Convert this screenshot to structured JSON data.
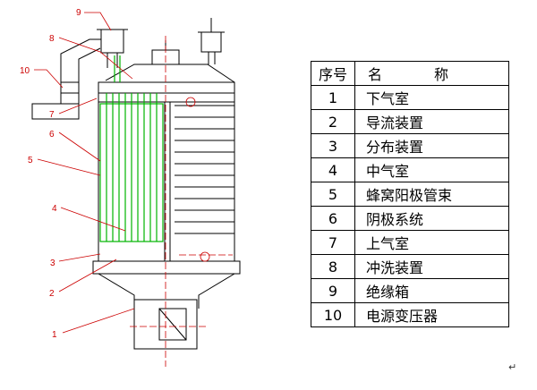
{
  "table": {
    "header": {
      "no": "序号",
      "name_a": "名",
      "name_b": "称"
    },
    "rows": [
      {
        "no": "1",
        "name": "下气室"
      },
      {
        "no": "2",
        "name": "导流装置"
      },
      {
        "no": "3",
        "name": "分布装置"
      },
      {
        "no": "4",
        "name": "中气室"
      },
      {
        "no": "5",
        "name": "蜂窝阳极管束"
      },
      {
        "no": "6",
        "name": "阴极系统"
      },
      {
        "no": "7",
        "name": "上气室"
      },
      {
        "no": "8",
        "name": "冲洗装置"
      },
      {
        "no": "9",
        "name": "绝缘箱"
      },
      {
        "no": "10",
        "name": "电源变压器"
      }
    ]
  },
  "callouts": [
    "1",
    "2",
    "3",
    "4",
    "5",
    "6",
    "7",
    "8",
    "9",
    "10"
  ],
  "return_mark": "↵",
  "colors": {
    "outline": "#000000",
    "tubes": "#00b400",
    "callout": "#cc0000"
  }
}
